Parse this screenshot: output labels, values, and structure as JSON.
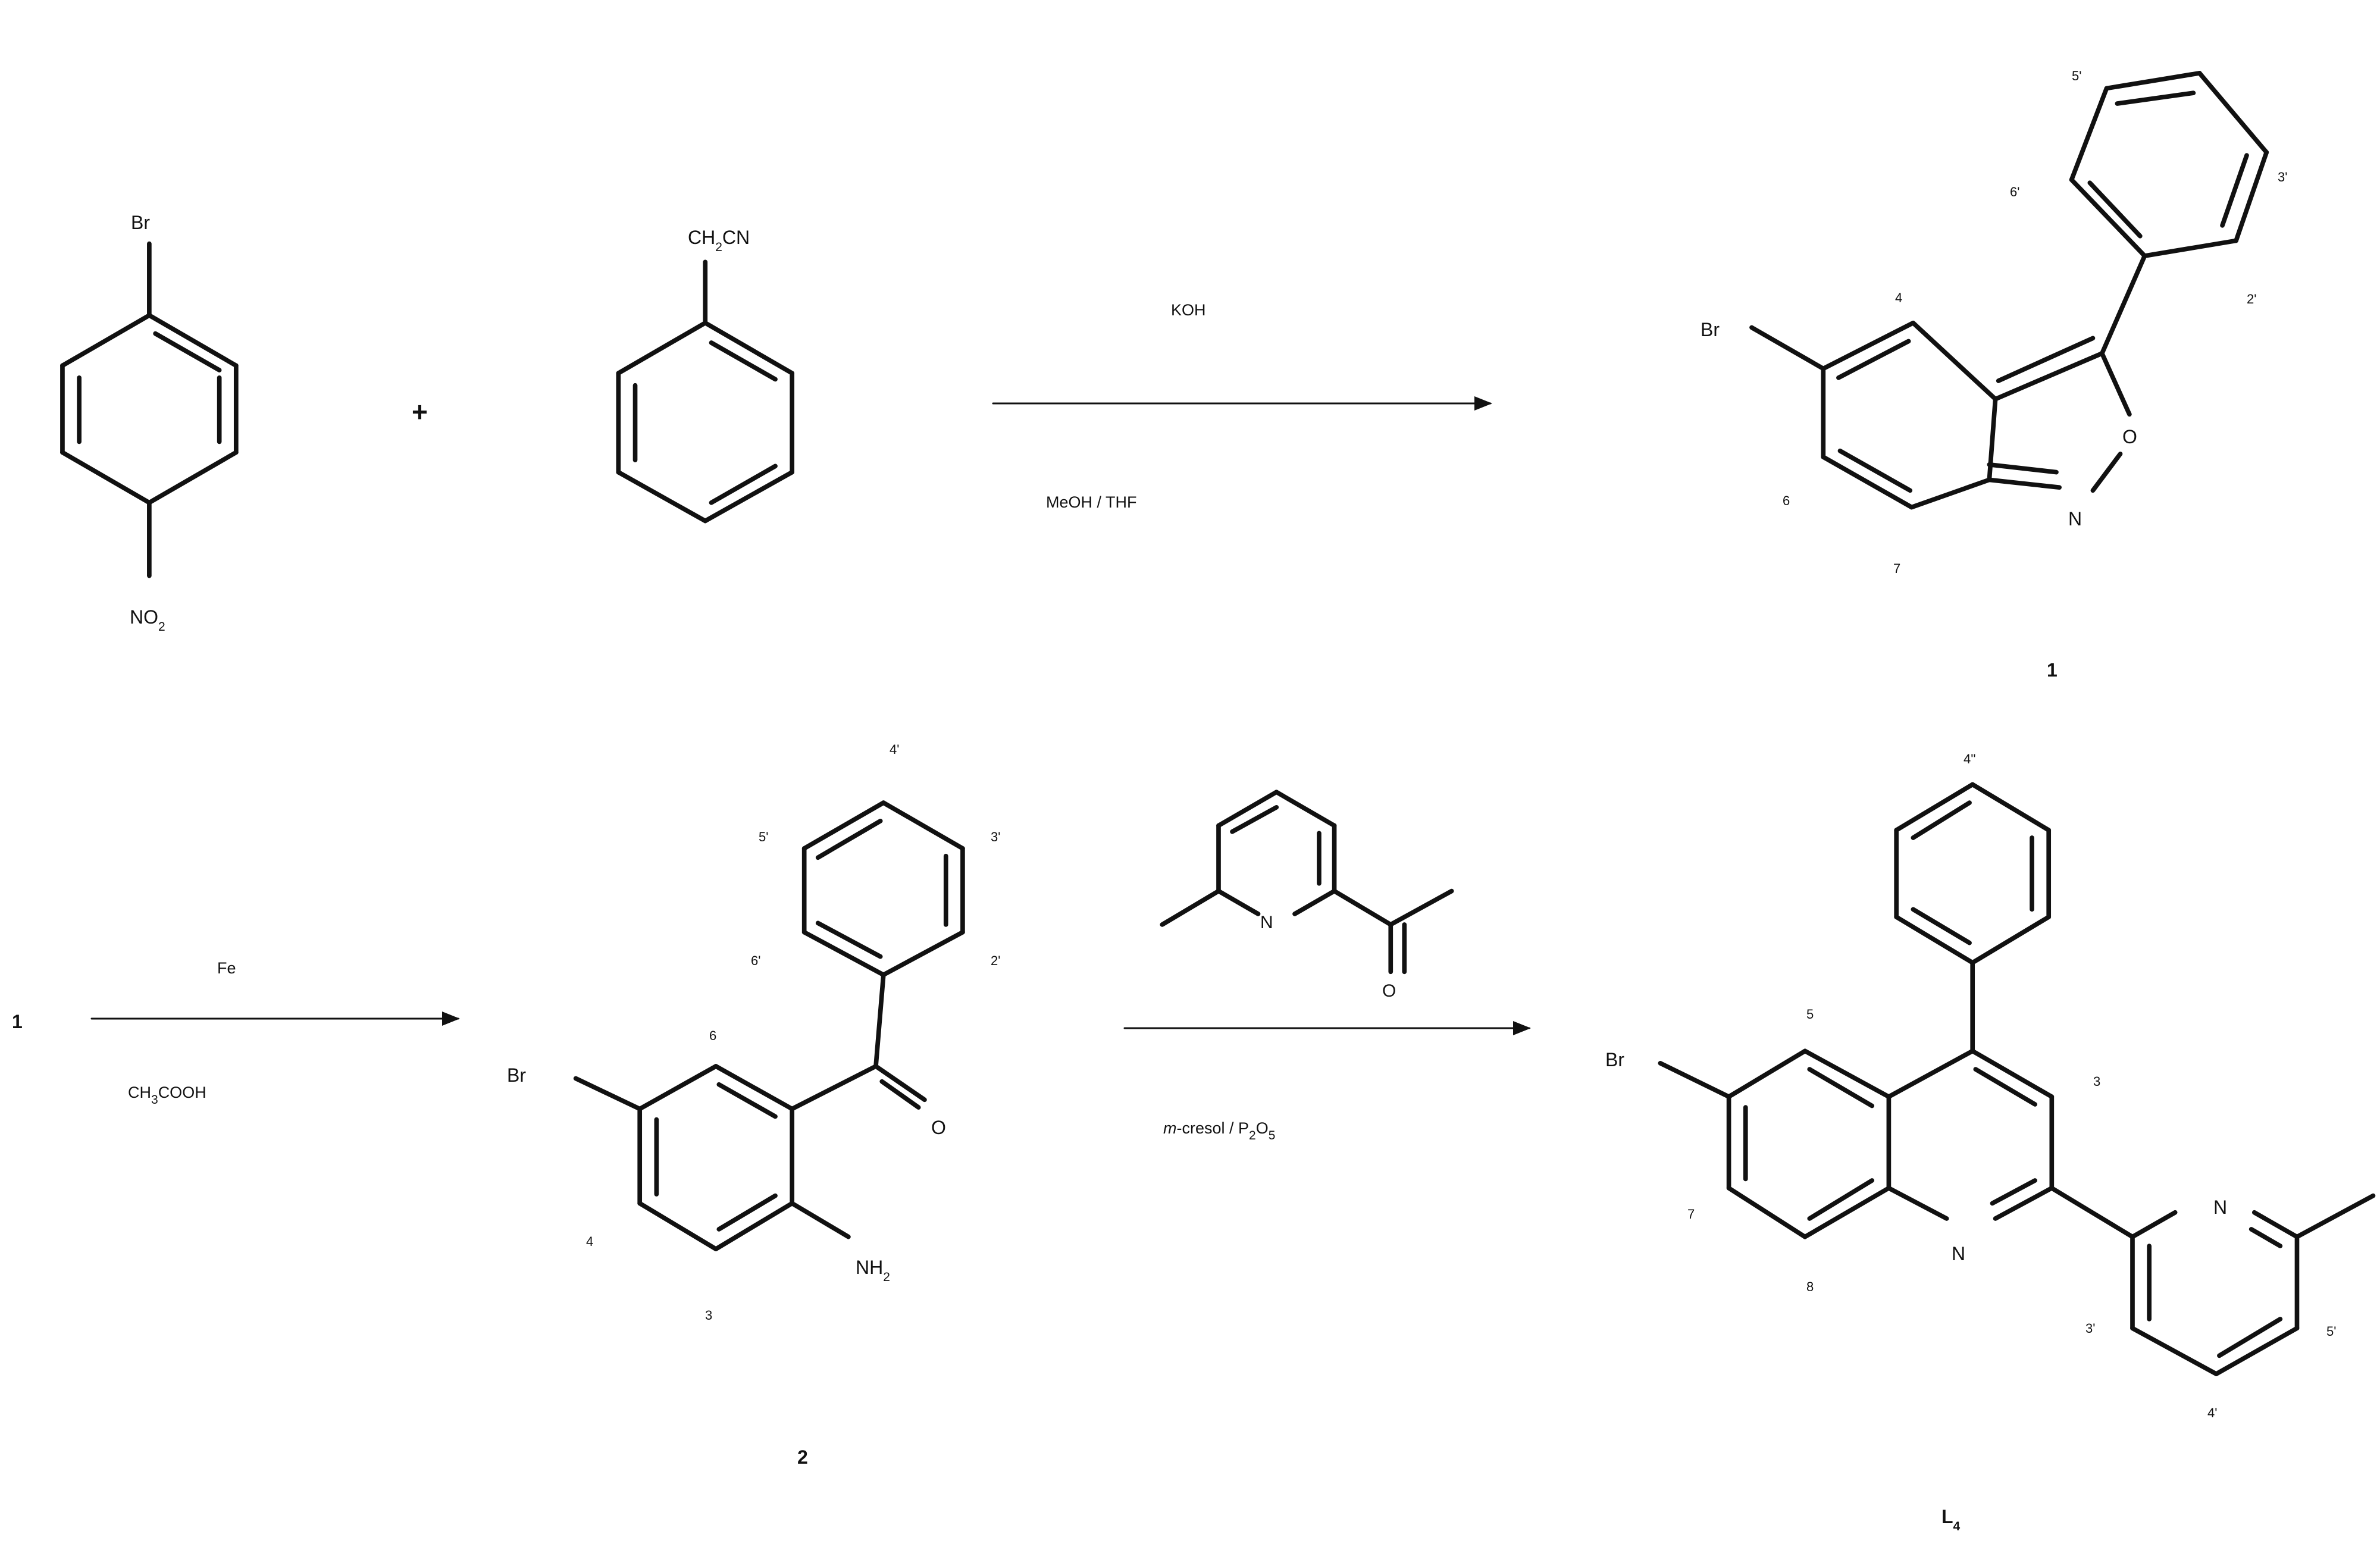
{
  "reactant_a": {
    "top_group": "Br",
    "bottom_group": "NO",
    "bottom_sub": "2"
  },
  "plus": "+",
  "reactant_b": {
    "group_pre": "CH",
    "group_sub": "2",
    "group_post": "CN"
  },
  "step1": {
    "above": "KOH",
    "below": "MeOH / THF"
  },
  "compound_1": {
    "label": "1",
    "atoms": {
      "br": "Br",
      "o": "O",
      "n": "N"
    },
    "positions": {
      "p4": "4",
      "p6": "6",
      "p7": "7",
      "p2p": "2'",
      "p3p": "3'",
      "p5p": "5'",
      "p6p": "6'"
    }
  },
  "step2": {
    "start": "1",
    "above": "Fe",
    "below_pre": "CH",
    "below_sub": "3",
    "below_post": "COOH"
  },
  "compound_2": {
    "label": "2",
    "atoms": {
      "br": "Br",
      "o": "O",
      "nh": "NH",
      "nh_sub": "2"
    },
    "positions": {
      "p3": "3",
      "p4": "4",
      "p6": "6",
      "p2p": "2'",
      "p3p": "3'",
      "p4p": "4'",
      "p5p": "5'",
      "p6p": "6'"
    }
  },
  "reagent_pyridine": {
    "n": "N",
    "o": "O"
  },
  "step3": {
    "italic": "m",
    "text": "-cresol / P",
    "sub1": "2",
    "mid": "O",
    "sub2": "5"
  },
  "compound_L4": {
    "label": "L",
    "label_sub": "4",
    "atoms": {
      "br": "Br",
      "n1": "N",
      "n2": "N"
    },
    "positions": {
      "p3": "3",
      "p5": "5",
      "p7": "7",
      "p8": "8",
      "p3p": "3'",
      "p4p": "4'",
      "p5p": "5'",
      "p4pp": "4''"
    }
  }
}
